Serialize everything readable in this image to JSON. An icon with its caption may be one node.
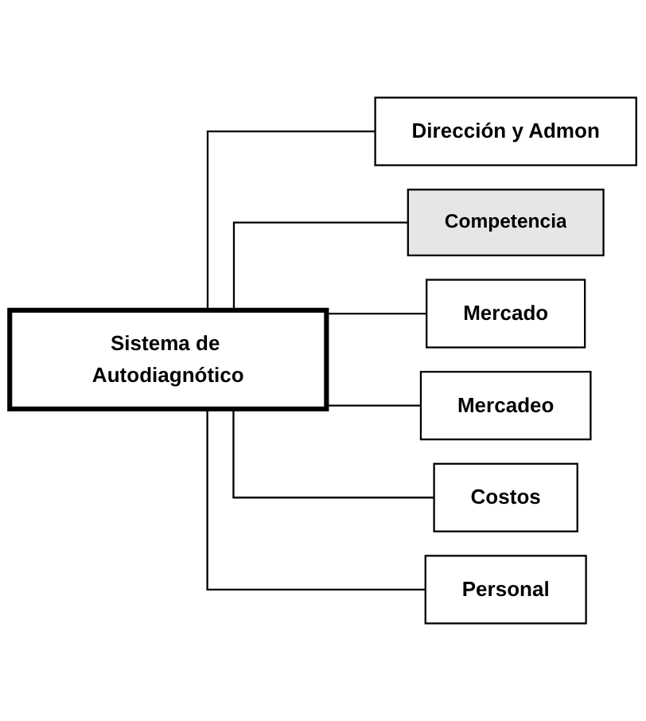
{
  "diagram": {
    "nodes": [
      {
        "text": [
          "Sistema de Autodiagnótico"
        ]
      },
      {
        "text": [
          "Dirección y Admon"
        ]
      },
      {
        "text": [
          "Competencia"
        ]
      },
      {
        "text": [
          "Mercado"
        ]
      },
      {
        "text": [
          "Mercadeo"
        ]
      },
      {
        "text": [
          "Costos"
        ]
      },
      {
        "text": [
          "Personal"
        ]
      }
    ],
    "edges": [
      {
        "from": 0,
        "to": 1,
        "arrow": "none"
      },
      {
        "from": 0,
        "to": 2,
        "arrow": "none"
      },
      {
        "from": 0,
        "to": 3,
        "arrow": "none"
      },
      {
        "from": 0,
        "to": 4,
        "arrow": "none"
      },
      {
        "from": 0,
        "to": 5,
        "arrow": "none"
      },
      {
        "from": 0,
        "to": 6,
        "arrow": "none"
      }
    ]
  }
}
